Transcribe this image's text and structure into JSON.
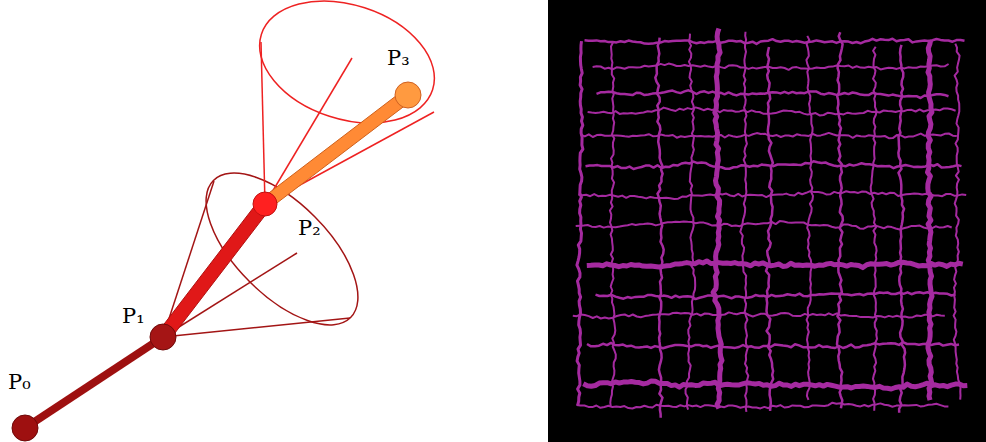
{
  "diagram": {
    "labels": [
      "P₀",
      "P₁",
      "P₂",
      "P₃"
    ]
  }
}
